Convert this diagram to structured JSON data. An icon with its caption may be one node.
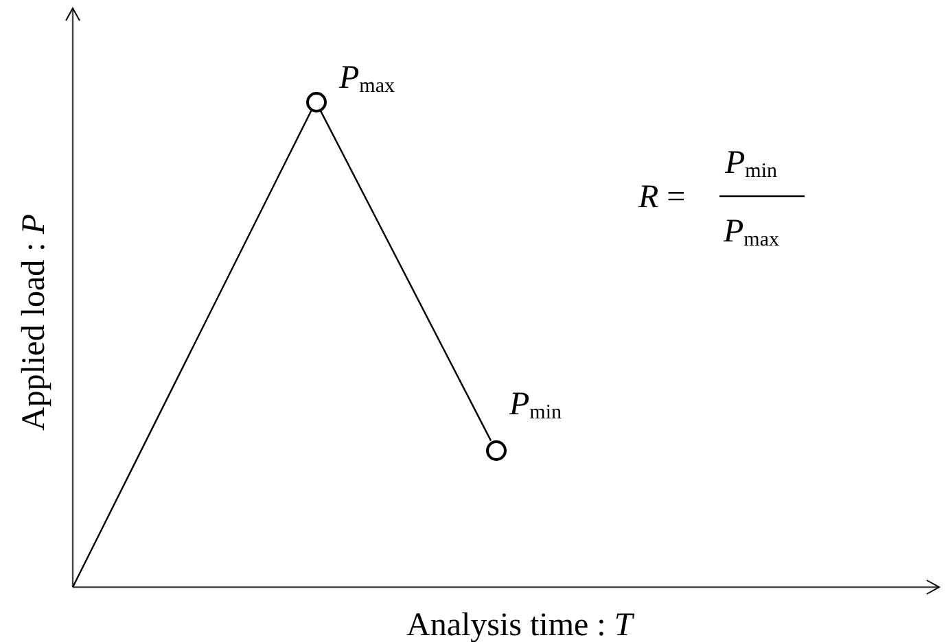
{
  "diagram": {
    "nodes": [
      {
        "text": [],
        "shape": "circle",
        "beside": [
          "*P*$_{max}$"
        ]
      },
      {
        "text": [],
        "shape": "circle",
        "beside": [
          "*P*$_{min}$"
        ]
      }
    ],
    "edges": [
      {
        "from": null,
        "to": 0,
        "arrow": "none"
      },
      {
        "from": 0,
        "to": 1,
        "arrow": "none"
      }
    ],
    "labels": [
      "Applied load : *P*",
      "Analysis time : *T*",
      "*R* =",
      "*P*$_{min}$",
      "*P*$_{max}$"
    ]
  }
}
